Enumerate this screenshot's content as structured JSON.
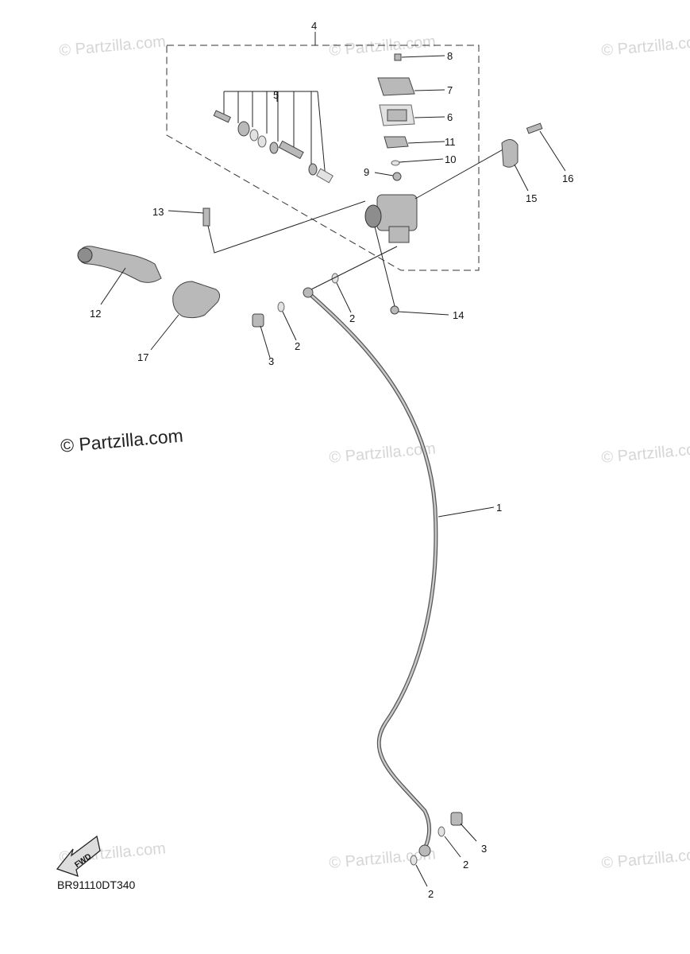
{
  "diagram": {
    "copyright": "© Partzilla.com",
    "watermark": "© Partzilla.com",
    "drawing_code": "BR91110DT340",
    "fwd_label": "FWD",
    "callouts": {
      "c1": "1",
      "c2a": "2",
      "c2b": "2",
      "c2c": "2",
      "c2d": "2",
      "c3a": "3",
      "c3b": "3",
      "c4": "4",
      "c5": "5",
      "c6": "6",
      "c7": "7",
      "c8": "8",
      "c9": "9",
      "c10": "10",
      "c11": "11",
      "c12": "12",
      "c13": "13",
      "c14": "14",
      "c15": "15",
      "c16": "16",
      "c17": "17"
    }
  }
}
